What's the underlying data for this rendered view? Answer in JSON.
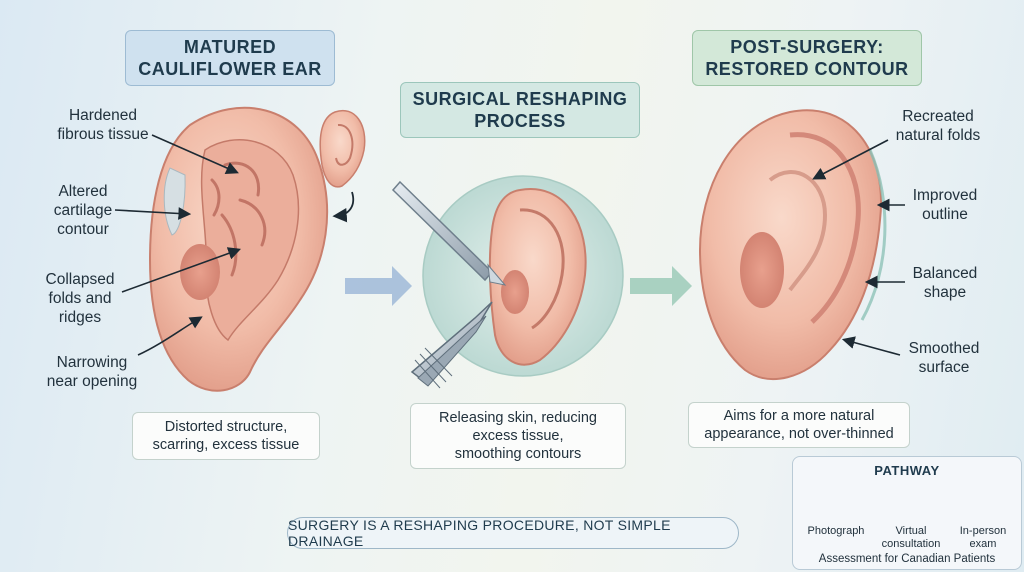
{
  "titles": {
    "left": [
      "MATURED",
      "CAULIFLOWER EAR"
    ],
    "middle": [
      "SURGICAL RESHAPING",
      "PROCESS"
    ],
    "right": [
      "POST-SURGERY:",
      "RESTORED CONTOUR"
    ]
  },
  "left_labels": [
    [
      "Hardened",
      "fibrous tissue"
    ],
    [
      "Altered",
      "cartilage",
      "contour"
    ],
    [
      "Collapsed",
      "folds and",
      "ridges"
    ],
    [
      "Narrowing",
      "near opening"
    ]
  ],
  "right_labels": [
    [
      "Recreated",
      "natural folds"
    ],
    [
      "Improved",
      "outline"
    ],
    [
      "Balanced",
      "shape"
    ],
    [
      "Smoothed",
      "surface"
    ]
  ],
  "captions": {
    "left": [
      "Distorted structure,",
      "scarring, excess tissue"
    ],
    "middle": [
      "Releasing skin, reducing",
      "excess tissue,",
      "smoothing contours"
    ],
    "right": [
      "Aims for a more natural",
      "appearance, not over-thinned"
    ]
  },
  "banner": "SURGERY IS A RESHAPING PROCEDURE, NOT SIMPLE DRAINAGE",
  "pathway": {
    "title": "PATHWAY",
    "steps": [
      {
        "label": [
          "Photograph"
        ],
        "icon": "photograph-icon"
      },
      {
        "label": [
          "Virtual",
          "consultation"
        ],
        "icon": "video-call-icon"
      },
      {
        "label": [
          "In-person",
          "exam"
        ],
        "icon": "doctor-icon"
      }
    ],
    "footer": "Assessment for Canadian Patients"
  },
  "colors": {
    "skin": "#f2c1ad",
    "skin_shadow": "#d98f7e",
    "arrow_blue": "#9fb9d8",
    "arrow_green": "#9ccab8"
  }
}
